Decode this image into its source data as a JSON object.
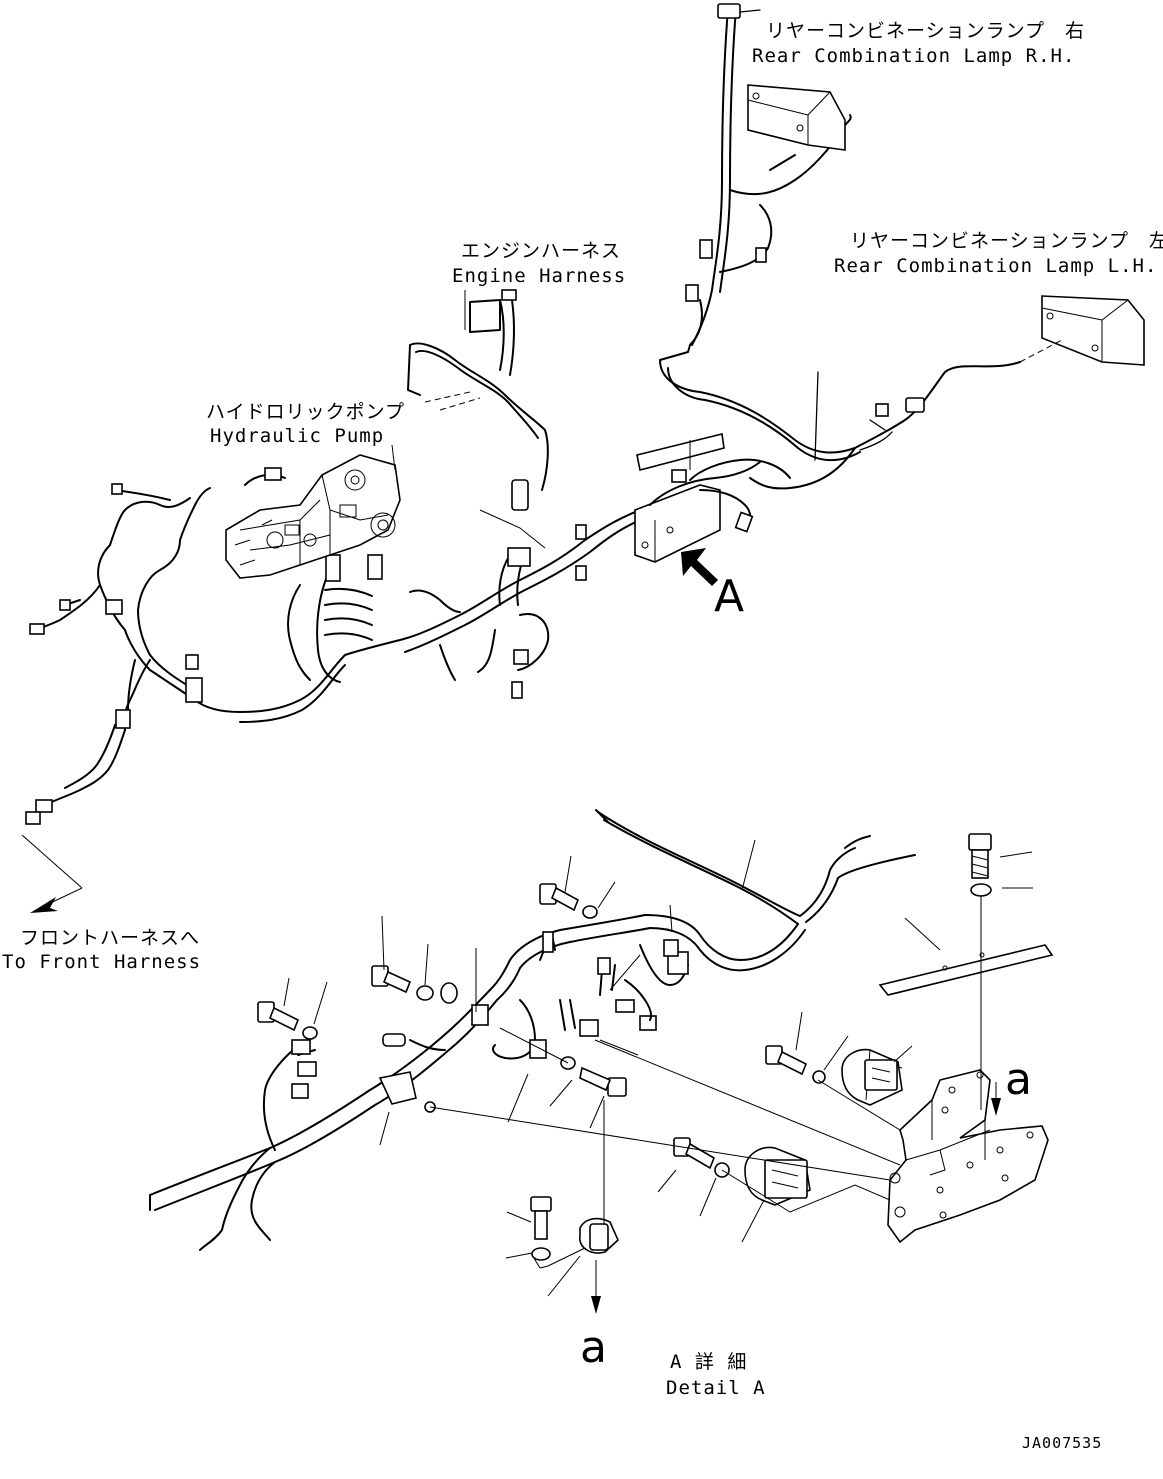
{
  "labels": {
    "rear_rh_jp": "リヤーコンビネーションランプ　右",
    "rear_rh_en": "Rear Combination Lamp R.H.",
    "rear_lh_jp": "リヤーコンビネーションランプ　左",
    "rear_lh_en": "Rear Combination Lamp L.H.",
    "engine_jp": "エンジンハーネス",
    "engine_en": "Engine Harness",
    "pump_jp": "ハイドロリックポンプ",
    "pump_en": "Hydraulic Pump",
    "front_jp": "フロントハーネスへ",
    "front_en": "To Front Harness",
    "view_marker": "A",
    "detail_ref_right": "a",
    "detail_ref_bottom": "a",
    "detail_jp": "A 詳 細",
    "detail_en": "Detail A",
    "drawing_id": "JA007535"
  }
}
